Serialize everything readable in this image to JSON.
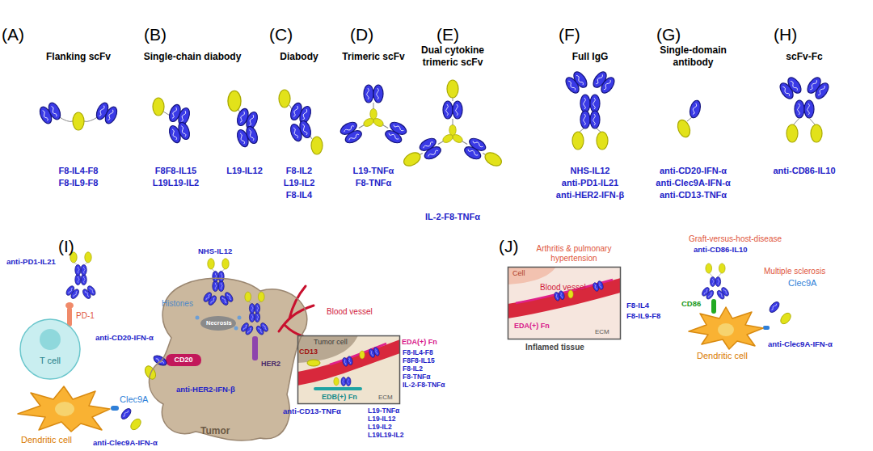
{
  "diagram": {
    "nodes": [
      {
        "text": [
          "T cell"
        ]
      },
      {
        "text": [
          "Tumor"
        ]
      },
      {
        "text": [
          "Dendritic cell"
        ]
      },
      {
        "text": [
          "Tumor cell",
          "ECM"
        ]
      },
      {
        "text": [
          "Cell",
          "ECM",
          "Inflamed tissue"
        ]
      },
      {
        "text": [
          "Dendritic cell"
        ]
      }
    ],
    "labels": [
      "(A)",
      "(B)",
      "(C)",
      "(D)",
      "(E)",
      "(F)",
      "(G)",
      "(H)",
      "Flanking scFv",
      "Single-chain diabody",
      "Diabody",
      "Trimeric scFv",
      "Dual cytokine trimeric scFv",
      "Full IgG",
      "Single-domain antibody",
      "scFv-Fc",
      "F8-IL4-F8",
      "F8-IL9-F8",
      "F8F8-IL15",
      "L19-IL12",
      "L19L19-IL2",
      "F8-IL2",
      "L19-IL2",
      "F8-IL4",
      "L19-TNFα",
      "F8-TNFα",
      "IL-2-F8-TNFα",
      "NHS-IL12",
      "anti-PD1-IL21",
      "anti-HER2-IFN-β",
      "anti-CD20-IFN-α",
      "anti-Clec9A-IFN-α",
      "anti-CD13-TNFα",
      "anti-CD86-IL10",
      "(I)",
      "anti-PD1-IL21",
      "PD-1",
      "NHS-IL12",
      "Histones",
      "Necrosis",
      "anti-CD20-IFN-α",
      "CD20",
      "Blood vessel",
      "HER2",
      "anti-HER2-IFN-β",
      "Clec9A",
      "anti-Clec9A-IFN-α",
      "CD13",
      "EDA(+) Fn",
      "EDB(+) Fn",
      "F8-IL4-F8",
      "F8F8-IL15",
      "F8-IL2",
      "F8-TNFα",
      "IL-2-F8-TNFα",
      "anti-CD13-TNFα",
      "L19-TNFα",
      "L19-IL12",
      "L19-IL2",
      "L19L19-IL2",
      "(J)",
      "Arthritis & pulmonary hypertension",
      "Blood vessel",
      "EDA(+) Fn",
      "F8-IL4",
      "F8-IL9-F8",
      "Graft-versus-host-disease",
      "anti-CD86-IL10",
      "CD86",
      "Multiple sclerosis",
      "Clec9A",
      "anti-Clec9A-IFN-α"
    ]
  }
}
